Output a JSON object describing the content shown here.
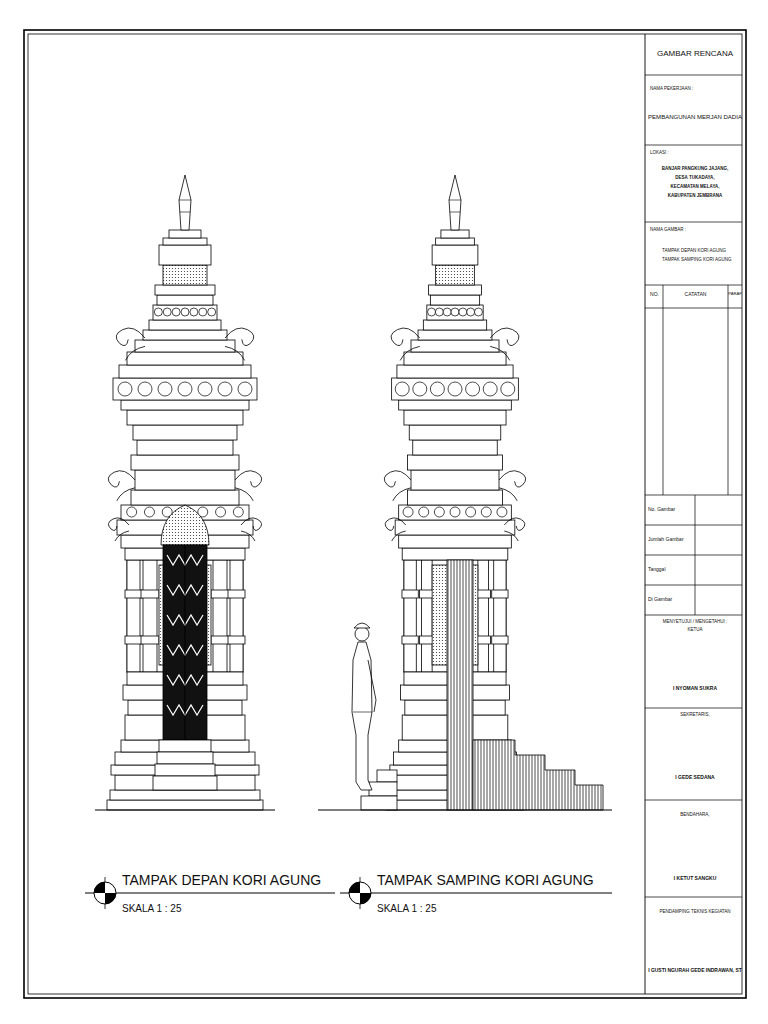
{
  "diagram": {
    "title": "GAMBAR RENCANA",
    "labels": [
      "NAMA PEKERJAAN :",
      "PEMBANGUNAN MERJAN DADIA",
      "LOKASI :",
      "BANJAR PANGKUNG JAJANG,",
      "DESA TUKADAYA,",
      "KECAMATAN MELAYA,",
      "KABUPATEN JEMBRANA",
      "NAMA GAMBAR :",
      "TAMPAK DEPAN KORI AGUNG",
      "TAMPAK SAMPING KORI AGUNG",
      "NO.",
      "CATATAN",
      "PARAF",
      "No. Gambar",
      "Jumlah Gambar",
      "Tanggal",
      "Di Gambar",
      "MENYETUJUI / MENGETAHUI :",
      "KETUA",
      "I NYOMAN SUKRA",
      "SEKRETARIS,",
      "I GEDE SEDANA",
      "BENDAHARA,",
      "I KETUT SANGKU",
      "PENDAMPING TEKNIS KEGIATAN",
      "I GUSTI NGURAH GEDE INDRAWAN, ST",
      "TAMPAK DEPAN KORI AGUNG",
      "SKALA 1 : 25",
      "TAMPAK SAMPING KORI AGUNG",
      "SKALA 1 : 25"
    ]
  }
}
